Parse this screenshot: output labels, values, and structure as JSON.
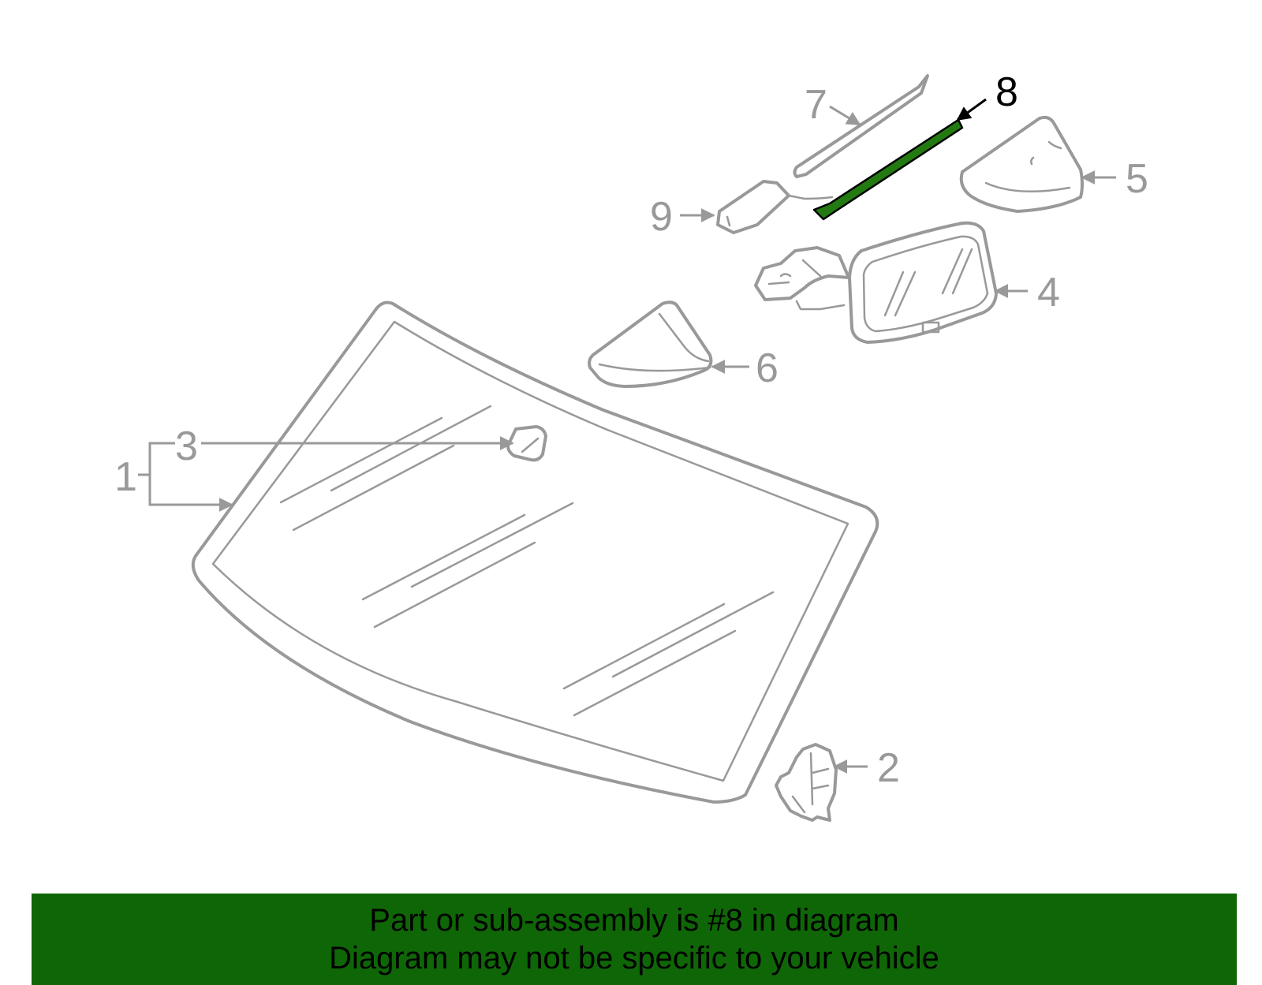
{
  "diagram": {
    "highlight_color": "#237a11",
    "line_color": "#999999",
    "callouts": [
      {
        "id": "1",
        "label": "1"
      },
      {
        "id": "2",
        "label": "2"
      },
      {
        "id": "3",
        "label": "3"
      },
      {
        "id": "4",
        "label": "4"
      },
      {
        "id": "5",
        "label": "5"
      },
      {
        "id": "6",
        "label": "6"
      },
      {
        "id": "7",
        "label": "7"
      },
      {
        "id": "8",
        "label": "8",
        "highlighted": true
      },
      {
        "id": "9",
        "label": "9"
      }
    ]
  },
  "banner": {
    "line1": "Part or sub-assembly is #8 in diagram",
    "line2": "Diagram may not be specific to your vehicle",
    "background": "#0f6606"
  }
}
